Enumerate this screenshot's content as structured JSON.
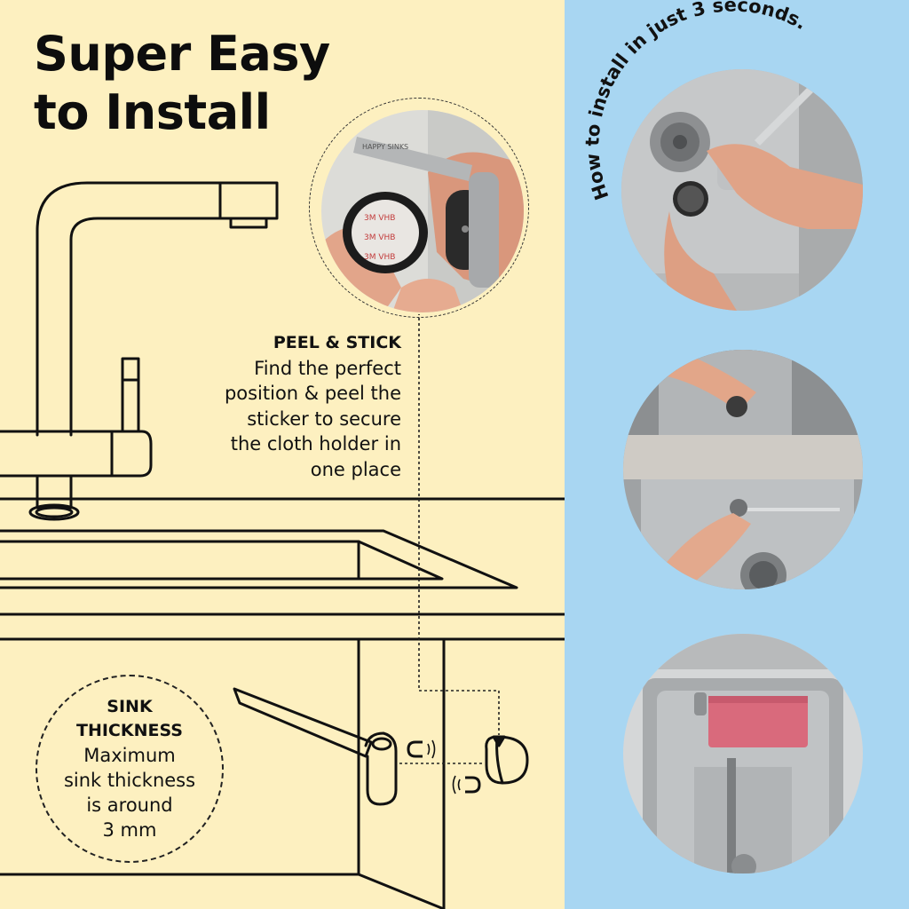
{
  "title": {
    "line1": "Super Easy",
    "line2": "to Install"
  },
  "peel_stick": {
    "heading": "PEEL & STICK",
    "lines": [
      "Find the perfect",
      "position & peel the",
      "sticker to secure",
      "the cloth holder in",
      "one place"
    ]
  },
  "sink_thickness": {
    "heading_line1": "SINK",
    "heading_line2": "THICKNESS",
    "lines": [
      "Maximum",
      "sink thickness",
      "is around",
      "3 mm"
    ]
  },
  "install_caption": "How to install in just 3 seconds.",
  "inset_photo": {
    "sticker_text": "3M VHB",
    "holder_brand": "HAPPY SINKS"
  },
  "colors": {
    "left_bg": "#fdf0c0",
    "right_bg": "#a8d6f2",
    "line": "#111111",
    "steel": "#b9bcbe",
    "cloth": "#d96a7c"
  },
  "icons": [
    "magnet-icon",
    "magnet-icon"
  ]
}
